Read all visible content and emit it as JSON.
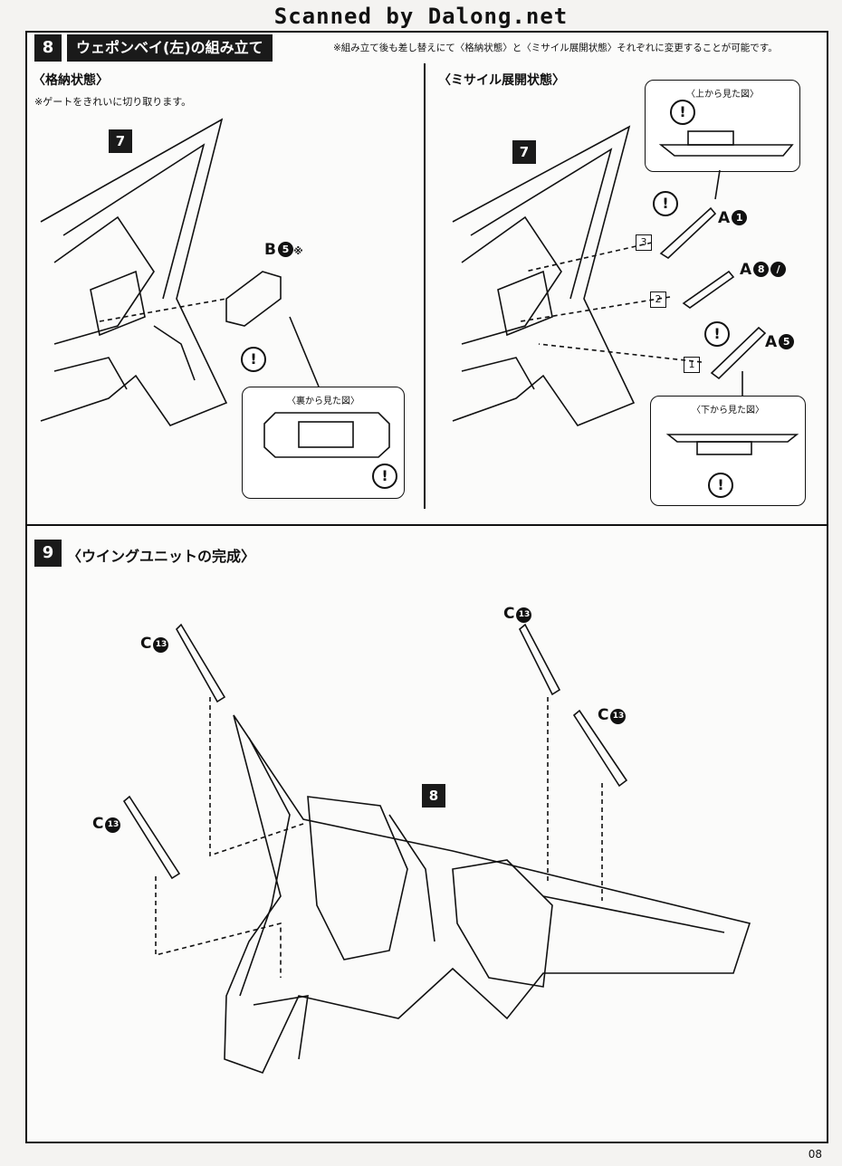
{
  "watermark": "Scanned by Dalong.net",
  "step8": {
    "number": "8",
    "title": "ウェポンベイ(左)の組み立て",
    "note": "※組み立て後も差し替えにて〈格納状態〉と〈ミサイル展開状態〉それぞれに変更することが可能です。",
    "stored": {
      "heading": "〈格納状態〉",
      "gate_note": "※ゲートをきれいに切り取ります。",
      "ref_badge": "7",
      "part_label": "B",
      "part_number": "5",
      "part_suffix": "※",
      "callout_caption": "〈裏から見た図〉"
    },
    "deployed": {
      "heading": "〈ミサイル展開状態〉",
      "ref_badge": "7",
      "top_callout_caption": "〈上から見た図〉",
      "bottom_callout_caption": "〈下から見た図〉",
      "parts": [
        {
          "order": "3",
          "label": "A",
          "number": "1"
        },
        {
          "order": "2",
          "label": "A",
          "number": "8"
        },
        {
          "order": "1",
          "label": "A",
          "number": "5"
        }
      ]
    }
  },
  "step9": {
    "number": "9",
    "title": "〈ウイングユニットの完成〉",
    "ref_badge": "8",
    "missile_label": "C",
    "missile_number": "13"
  },
  "page_number": "08"
}
